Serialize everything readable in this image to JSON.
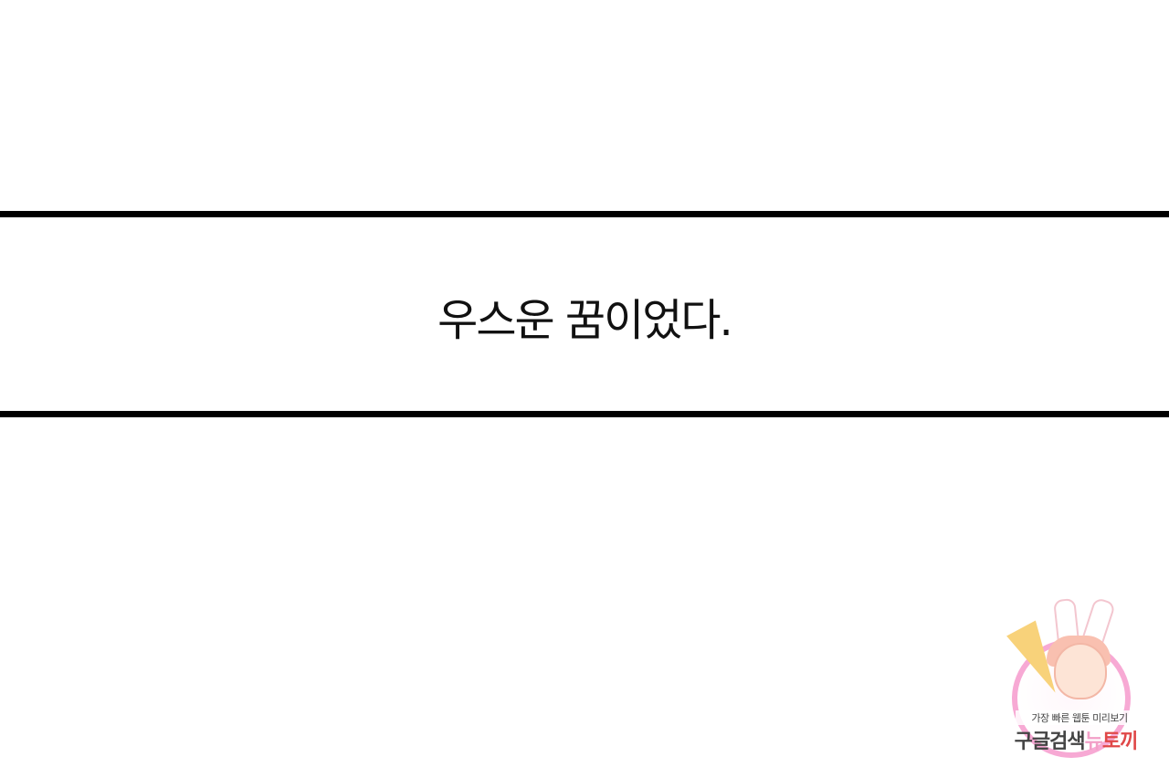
{
  "panel": {
    "caption": "우스운 꿈이었다."
  },
  "watermark": {
    "line1": "가장 빠른 웹툰 미리보기",
    "line2_a": "구글검색",
    "line2_b": "뉴",
    "line2_c": "토끼",
    "accent_pink": "#f7a9d4",
    "accent_red": "#e04848"
  }
}
